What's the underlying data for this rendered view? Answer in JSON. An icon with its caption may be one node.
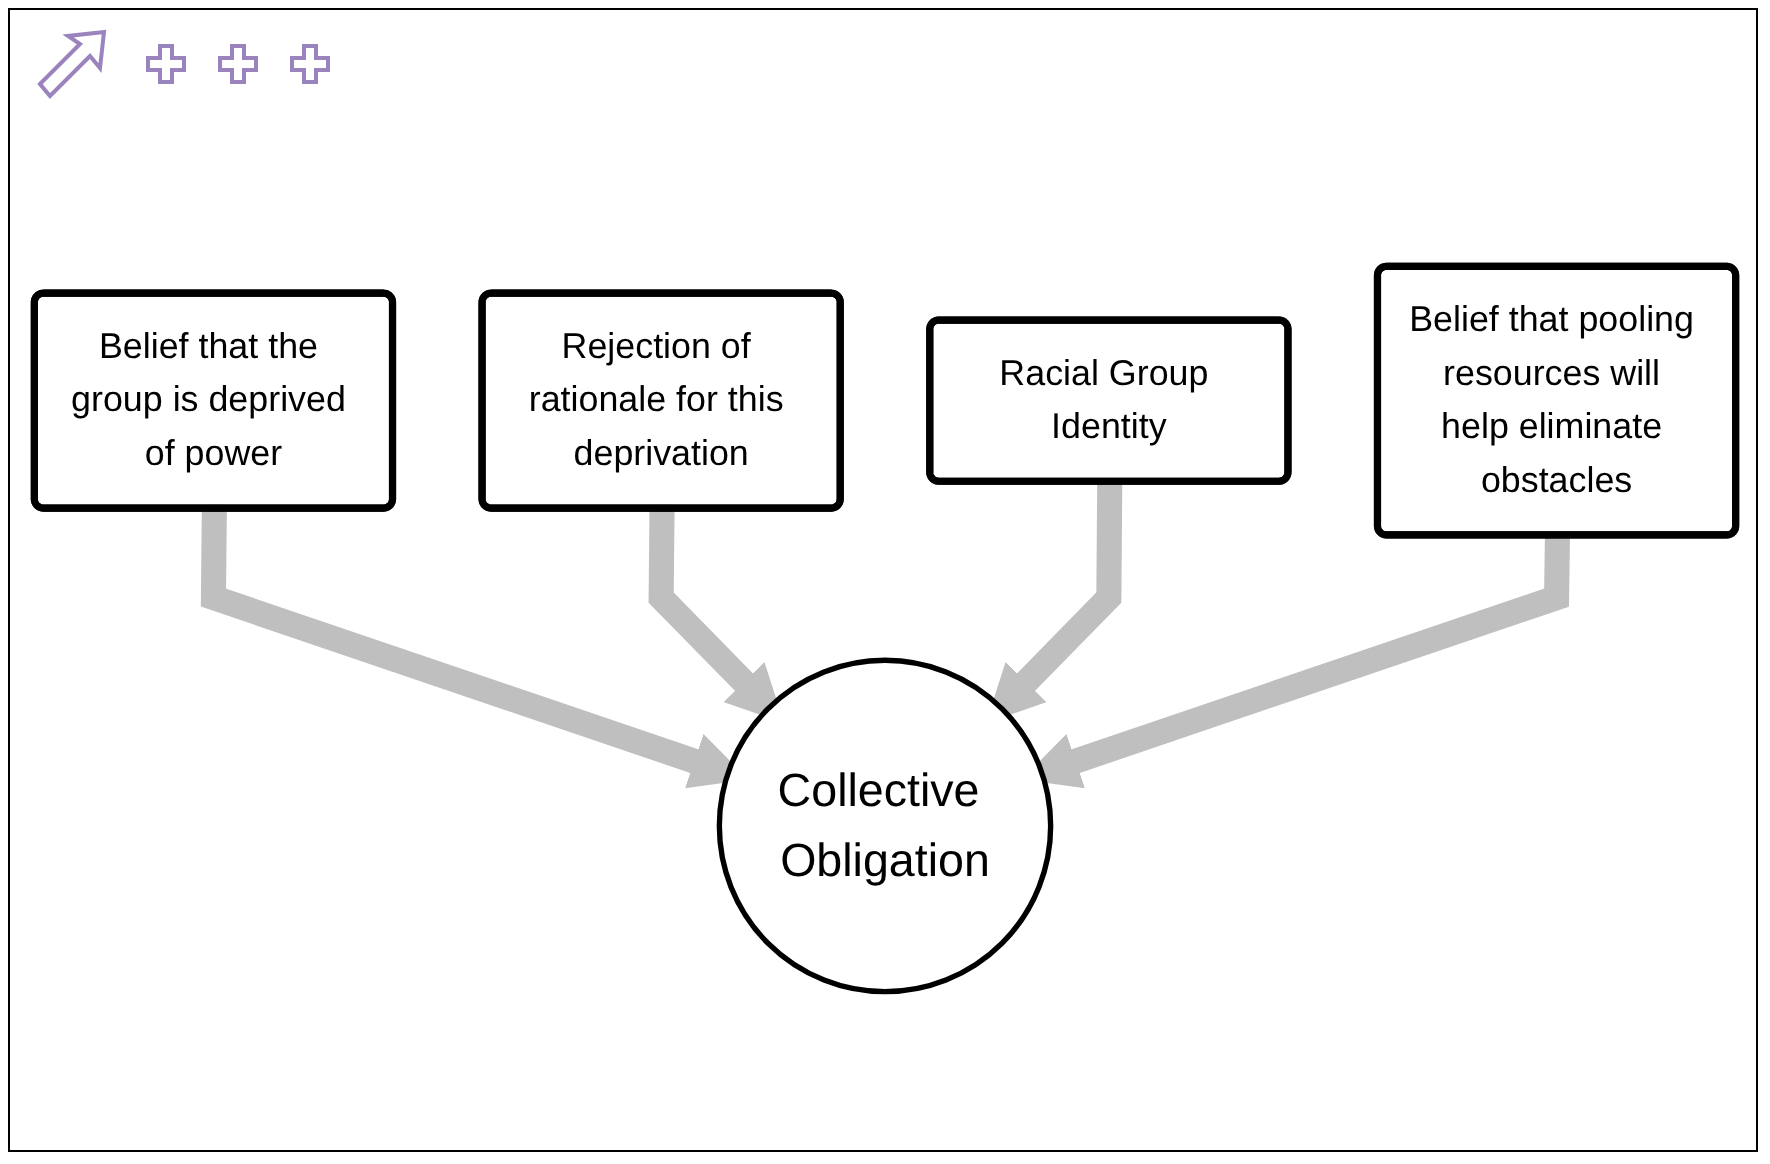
{
  "diagram": {
    "nodes": [
      {
        "text": [
          "Belief that the group is deprived of power"
        ]
      },
      {
        "text": [
          "Rejection of rationale for this deprivation"
        ]
      },
      {
        "text": [
          "Racial Group Identity"
        ]
      },
      {
        "text": [
          "Collective Obligation"
        ]
      },
      {
        "text": [
          "Belief that pooling resources will help eliminate obstacles"
        ]
      }
    ],
    "edges": [
      {
        "from": 0,
        "to": 3,
        "arrow": "to"
      },
      {
        "from": 1,
        "to": 3,
        "arrow": "to"
      },
      {
        "from": 2,
        "to": 3,
        "arrow": "to"
      },
      {
        "from": 4,
        "to": 3,
        "arrow": "to"
      }
    ]
  }
}
